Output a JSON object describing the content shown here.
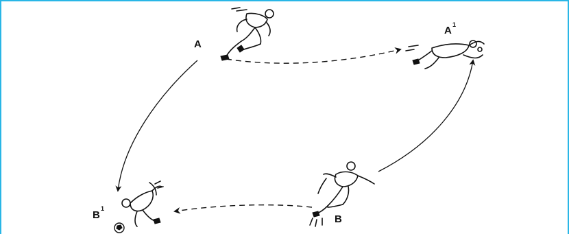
{
  "labels": {
    "a": "A",
    "a_prime": "A",
    "a_prime_mark": "1",
    "b": "B",
    "b_prime": "B",
    "b_prime_mark": "1"
  },
  "colors": {
    "frame": "#29b6e6",
    "ink": "#111111",
    "background": "#ffffff"
  }
}
